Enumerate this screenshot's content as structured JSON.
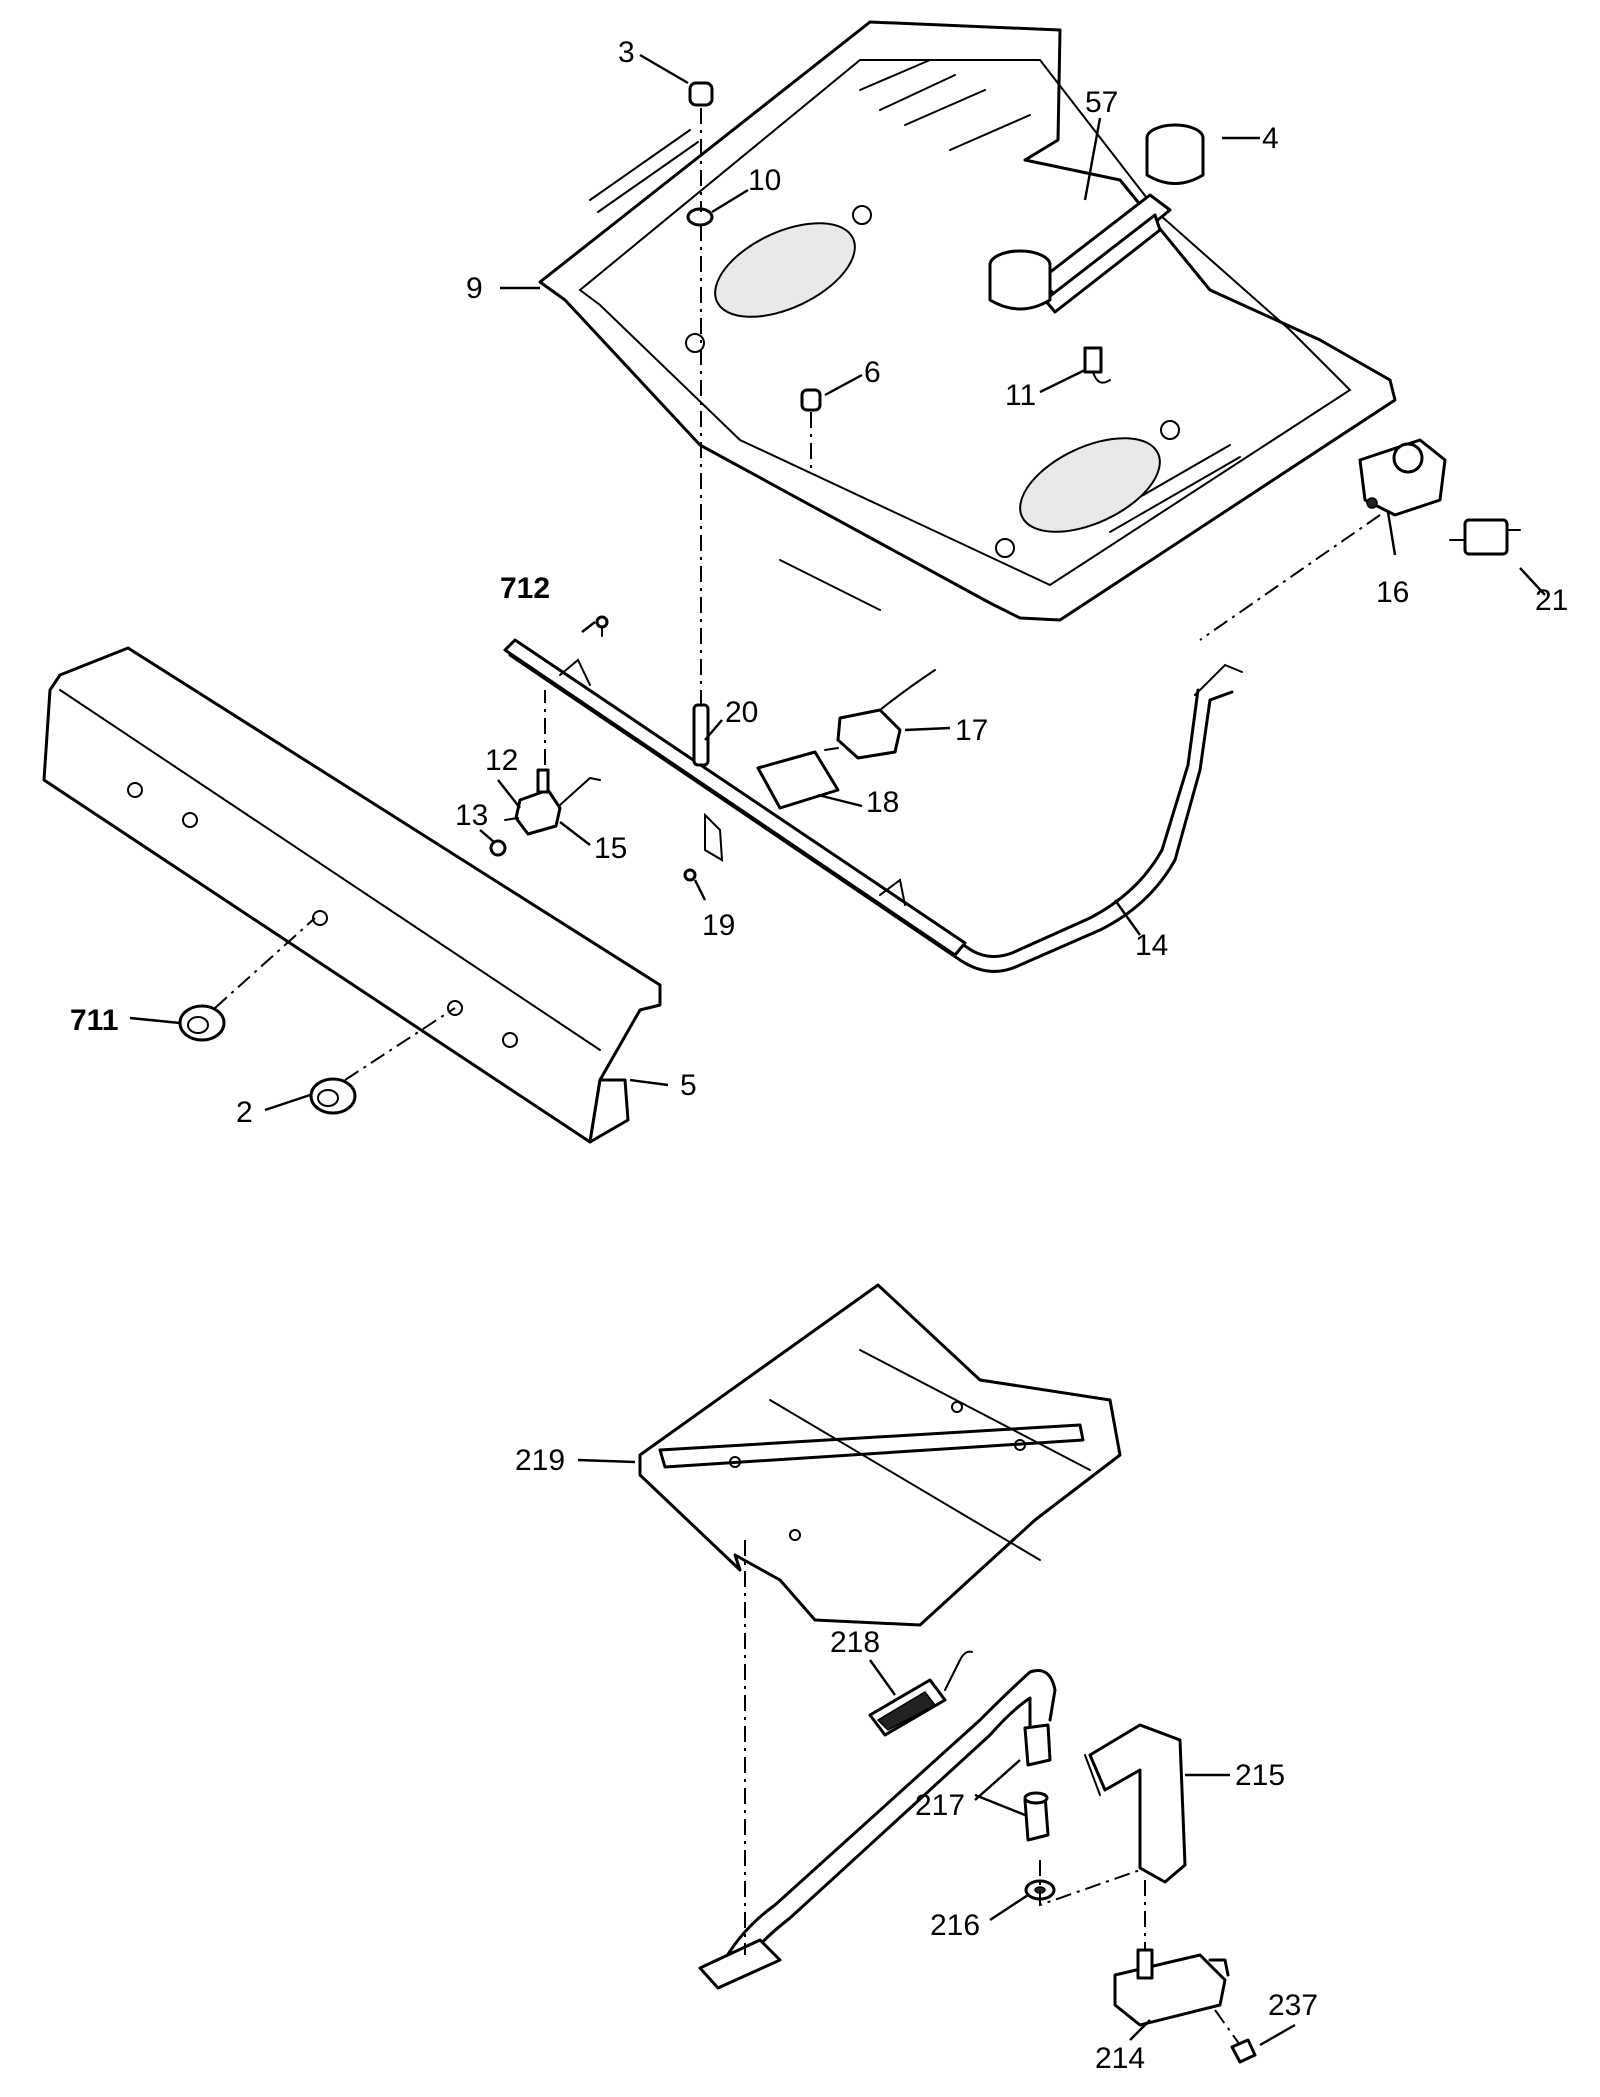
{
  "callouts": {
    "c2": "2",
    "c3": "3",
    "c4": "4",
    "c5": "5",
    "c6": "6",
    "c9": "9",
    "c10": "10",
    "c11": "11",
    "c12": "12",
    "c13": "13",
    "c14": "14",
    "c15": "15",
    "c16": "16",
    "c17": "17",
    "c18": "18",
    "c19": "19",
    "c20": "20",
    "c21": "21",
    "c57": "57",
    "c711": "711",
    "c712": "712",
    "c214": "214",
    "c215": "215",
    "c216": "216",
    "c217": "217",
    "c218": "218",
    "c219": "219",
    "c237": "237"
  }
}
